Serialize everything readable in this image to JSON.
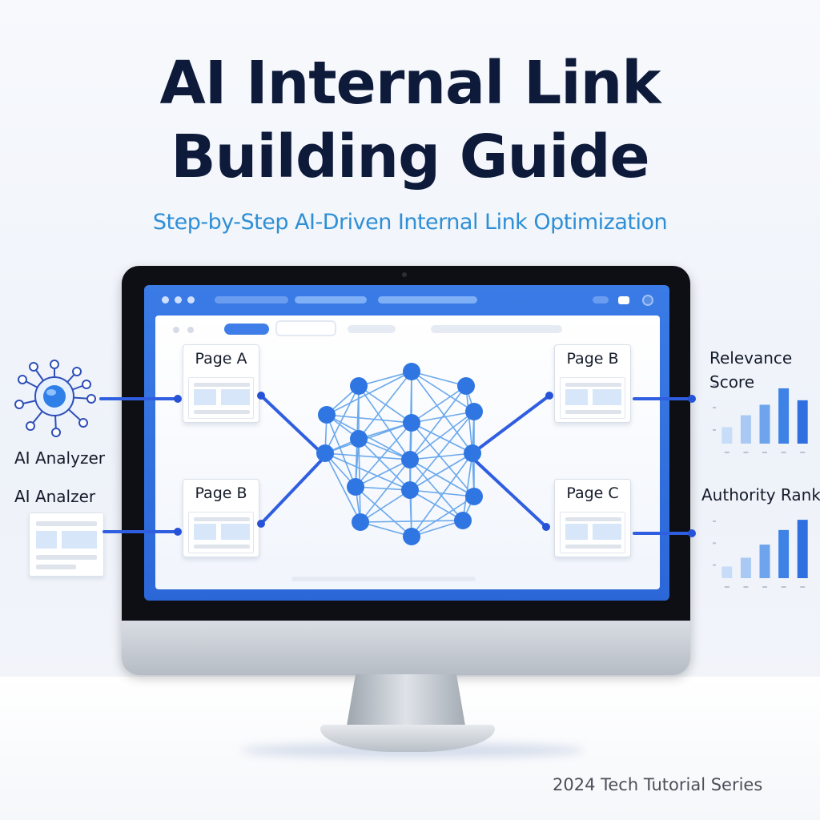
{
  "header": {
    "title_line1": "AI Internal Link",
    "title_line2": "Building Guide",
    "subtitle": "Step-by-Step AI-Driven Internal Link Optimization"
  },
  "pages": {
    "page_a": "Page A",
    "page_b_left": "Page B",
    "page_b_right": "Page B",
    "page_c": "Page C"
  },
  "left_labels": {
    "analyzer_1": "AI Analyzer",
    "analyzer_2": "AI Analzer"
  },
  "right_charts": {
    "relevance_title": "Relevance Score",
    "authority_title": "Authority Rank"
  },
  "chart_data": [
    {
      "type": "bar",
      "title": "Relevance Score",
      "categories": [
        "",
        "",
        "",
        "",
        ""
      ],
      "series": [
        {
          "values": [
            22,
            38,
            52,
            74,
            58
          ]
        }
      ]
    },
    {
      "type": "bar",
      "title": "Authority Rank",
      "categories": [
        "",
        "",
        "",
        "",
        ""
      ],
      "series": [
        {
          "values": [
            16,
            28,
            46,
            66,
            80
          ]
        }
      ]
    }
  ],
  "footer": {
    "series": "2024 Tech Tutorial Series"
  },
  "colors": {
    "title": "#0d1a3a",
    "subtitle": "#2e8fd6",
    "accent": "#2f6fe0",
    "node": "#2f76e2",
    "edge": "#6aa8ec"
  }
}
